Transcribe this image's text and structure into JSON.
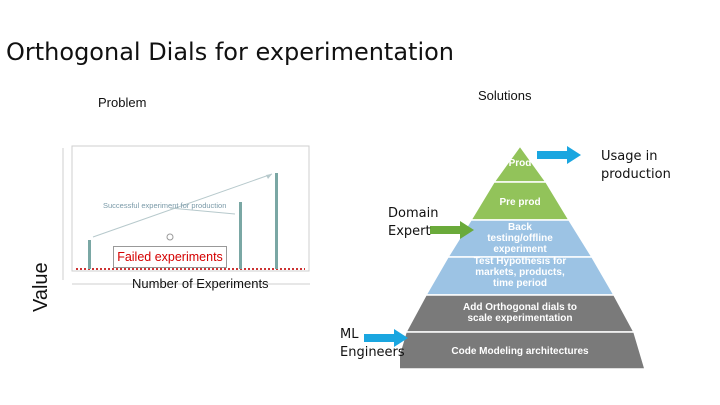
{
  "slide": {
    "title": "Orthogonal Dials for experimentation",
    "problem_heading": "Problem",
    "solutions_heading": "Solutions"
  },
  "problem_chart": {
    "y_label": "Value",
    "x_label": "Number of Experiments",
    "success_annotation": "Successful experiment for production",
    "failed_label": "Failed experiments"
  },
  "pyramid": {
    "layers": [
      {
        "label": "Prod",
        "color": "#92c35a"
      },
      {
        "label": "Pre prod",
        "color": "#92c35a"
      },
      {
        "label": "Back testing/offline experiment",
        "color": "#9cc3e4"
      },
      {
        "label": "Test Hypothesis for markets, products, time period",
        "color": "#9cc3e4"
      },
      {
        "label": "Add Orthogonal dials to scale experimentation",
        "color": "#7a7a7a"
      },
      {
        "label": "Code Modeling architectures",
        "color": "#7a7a7a"
      }
    ]
  },
  "side_labels": {
    "usage": [
      "Usage in",
      "production"
    ],
    "domain": [
      "Domain",
      "Expert"
    ],
    "ml": [
      "ML",
      "Engineers"
    ]
  },
  "colors": {
    "arrow_blue": "#1aa6e0",
    "arrow_green": "#6aaa3a",
    "bar_teal": "#7aa7a4",
    "failed_red": "#d40000"
  }
}
